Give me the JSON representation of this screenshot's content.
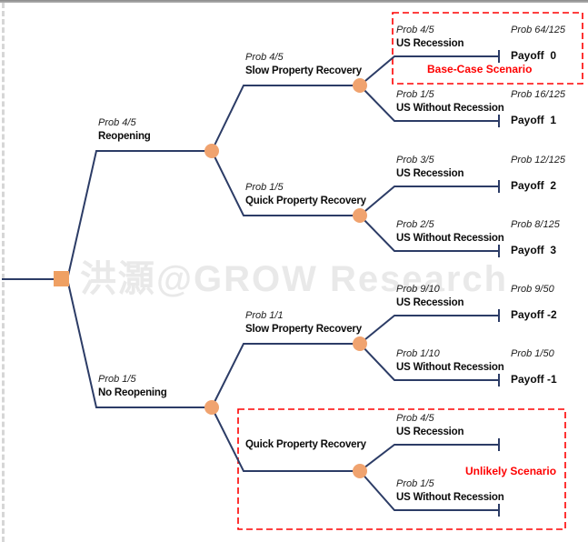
{
  "watermark": "洪灝@GROW Research",
  "scenarios": {
    "base_case": "Base-Case Scenario",
    "unlikely": "Unlikely Scenario"
  },
  "branches": {
    "reopening": {
      "prob": "Prob 4/5",
      "label": "Reopening"
    },
    "no_reopening": {
      "prob": "Prob 1/5",
      "label": "No Reopening"
    },
    "slow_top": {
      "prob": "Prob 4/5",
      "label": "Slow Property Recovery"
    },
    "quick_top": {
      "prob": "Prob 1/5",
      "label": "Quick Property Recovery"
    },
    "slow_bottom": {
      "prob": "Prob 1/1",
      "label": "Slow Property Recovery"
    },
    "quick_bottom": {
      "prob": "",
      "label": "Quick Property Recovery"
    }
  },
  "outcomes": [
    {
      "prob": "Prob 4/5",
      "label": "US Recession",
      "total_prob": "Prob 64/125",
      "payoff": "Payoff  0"
    },
    {
      "prob": "Prob 1/5",
      "label": "US Without Recession",
      "total_prob": "Prob 16/125",
      "payoff": "Payoff  1"
    },
    {
      "prob": "Prob 3/5",
      "label": "US Recession",
      "total_prob": "Prob 12/125",
      "payoff": "Payoff  2"
    },
    {
      "prob": "Prob 2/5",
      "label": "US Without Recession",
      "total_prob": "Prob 8/125",
      "payoff": "Payoff  3"
    },
    {
      "prob": "Prob 9/10",
      "label": "US Recession",
      "total_prob": "Prob 9/50",
      "payoff": "Payoff -2"
    },
    {
      "prob": "Prob 1/10",
      "label": "US Without Recession",
      "total_prob": "Prob 1/50",
      "payoff": "Payoff -1"
    },
    {
      "prob": "Prob 4/5",
      "label": "US Recession",
      "total_prob": "",
      "payoff": ""
    },
    {
      "prob": "Prob 1/5",
      "label": "US Without Recession",
      "total_prob": "",
      "payoff": ""
    }
  ],
  "colors": {
    "line_navy": "#2c3c66",
    "node_orange": "#f0a36f",
    "scenario_red": "#fe0000",
    "watermark_gray": "#e9e9e9"
  }
}
